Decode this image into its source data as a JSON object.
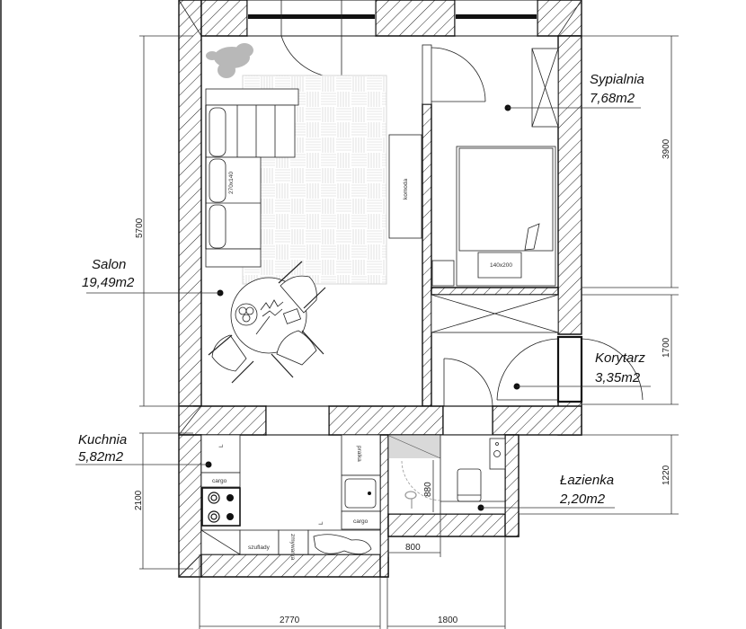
{
  "plan": {
    "rooms": [
      {
        "id": "salon",
        "name": "Salon",
        "area": "19,49m2"
      },
      {
        "id": "sypialnia",
        "name": "Sypialnia",
        "area": "7,68m2"
      },
      {
        "id": "korytarz",
        "name": "Korytarz",
        "area": "3,35m2"
      },
      {
        "id": "kuchnia",
        "name": "Kuchnia",
        "area": "5,82m2"
      },
      {
        "id": "lazienka",
        "name": "Łazienka",
        "area": "2,20m2"
      }
    ],
    "dimensions": {
      "salon_height": "5700",
      "bedroom_height": "3900",
      "corridor_height": "1700",
      "bathroom_height": "1220",
      "kitchen_height": "2100",
      "kitchen_width": "2770",
      "bathroom_width": "1800",
      "shower_width": "800",
      "shower_depth": "880"
    },
    "furniture_labels": {
      "sofa": "270x140",
      "dresser": "komoda",
      "bed": "140x200",
      "cargo_top": "cargo",
      "cargo_right": "cargo",
      "drawers": "szuflady",
      "dishwasher": "zmywarka",
      "washer": "pralka",
      "corner_mark": "L",
      "corner_mark_2": "L"
    },
    "colors": {
      "line": "#111111",
      "plant": "#b8b8b8",
      "shower_tray": "#d9d9d9",
      "background": "#ffffff"
    }
  }
}
